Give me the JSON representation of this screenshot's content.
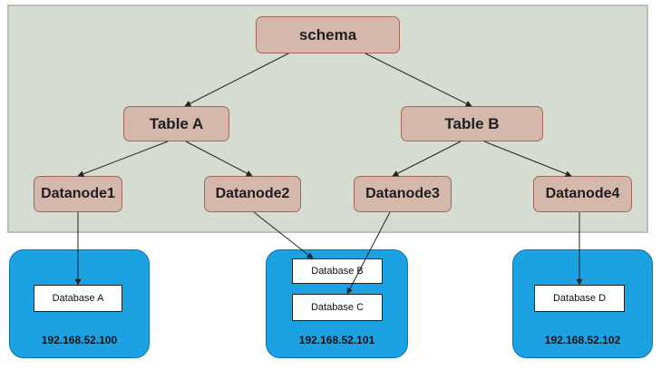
{
  "tree": {
    "root": "schema",
    "tables": [
      "Table A",
      "Table B"
    ],
    "datanodes": [
      "Datanode1",
      "Datanode2",
      "Datanode3",
      "Datanode4"
    ]
  },
  "servers": [
    {
      "ip": "192.168.52.100",
      "databases": [
        "Database A"
      ]
    },
    {
      "ip": "192.168.52.101",
      "databases": [
        "Database B",
        "Database C"
      ]
    },
    {
      "ip": "192.168.52.102",
      "databases": [
        "Database D"
      ]
    }
  ],
  "colors": {
    "panel_fill": "#d5dcd2",
    "node_fill": "#d4b8ac",
    "node_border": "#a1685a",
    "server_fill": "#1ca1e3",
    "edge": "#222222"
  }
}
